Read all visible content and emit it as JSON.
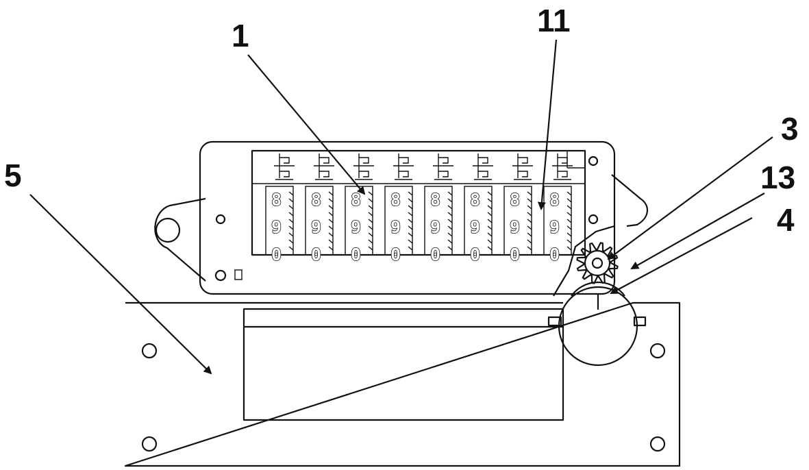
{
  "callouts": [
    {
      "id": "1",
      "label": "1"
    },
    {
      "id": "11",
      "label": "11"
    },
    {
      "id": "3",
      "label": "3"
    },
    {
      "id": "13",
      "label": "13"
    },
    {
      "id": "4",
      "label": "4"
    },
    {
      "id": "5",
      "label": "5"
    }
  ],
  "counter": {
    "wheel_count": 8,
    "digit_rows": [
      "8",
      "9",
      "0"
    ]
  }
}
